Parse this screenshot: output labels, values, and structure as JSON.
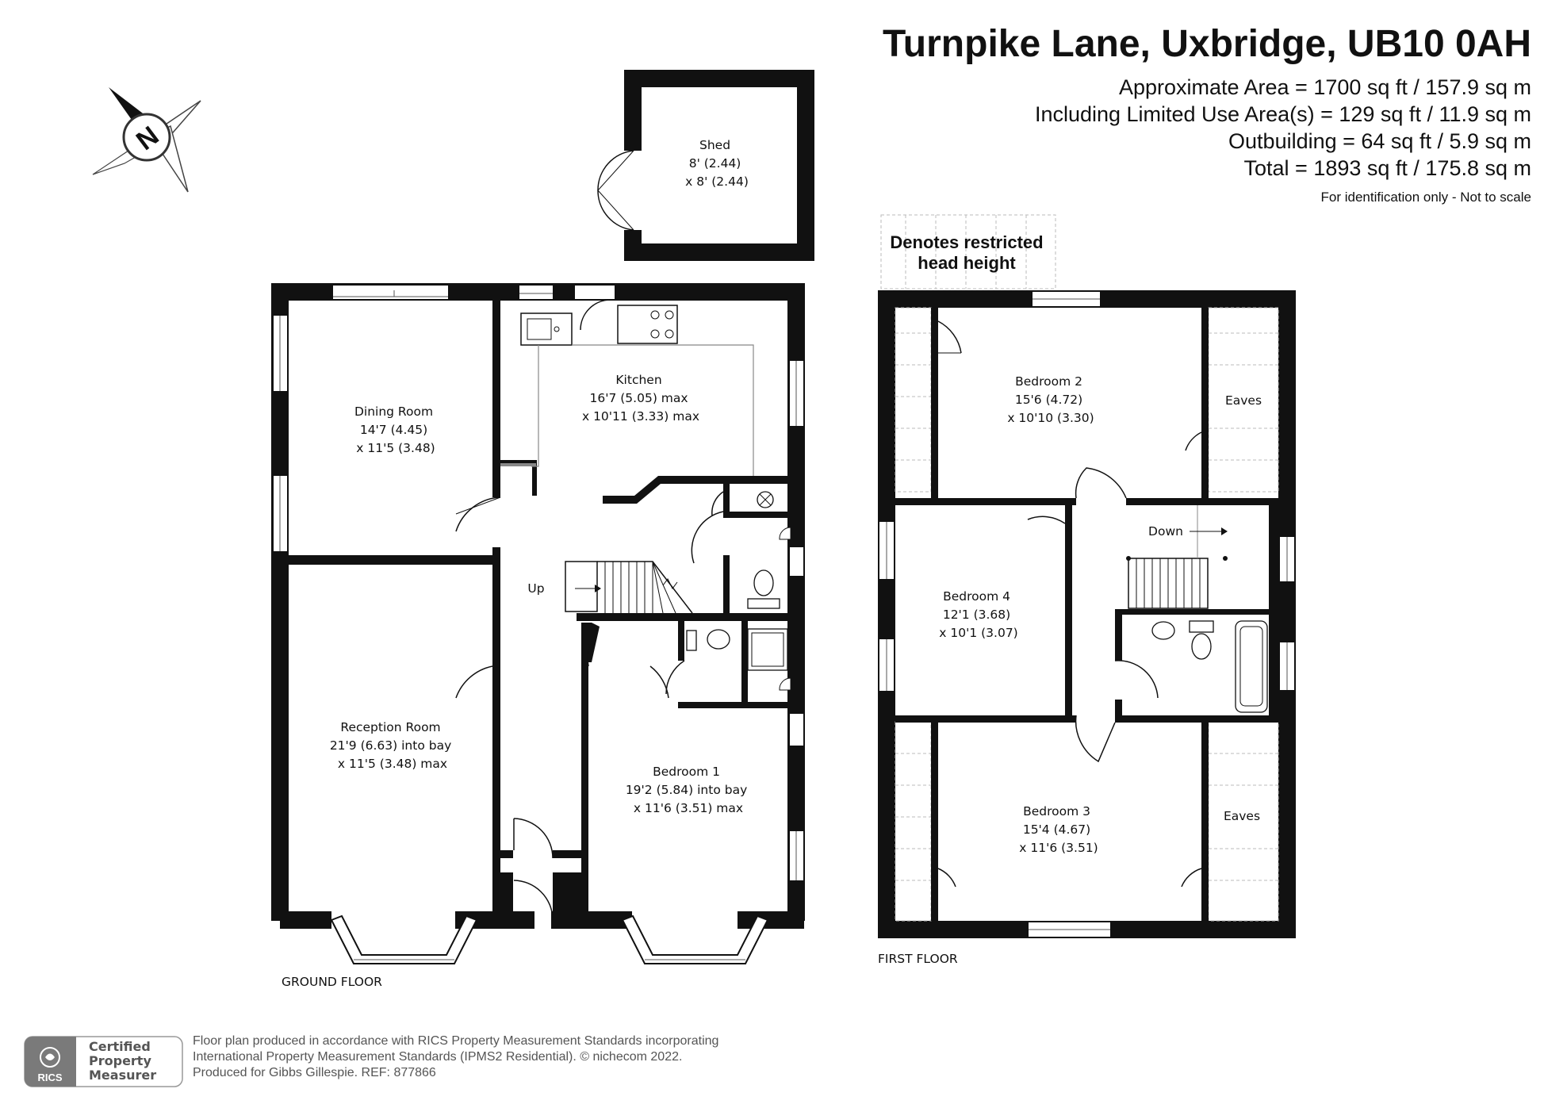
{
  "header": {
    "title": "Turnpike Lane, Uxbridge, UB10 0AH",
    "area_lines": [
      "Approximate Area = 1700 sq ft / 157.9 sq m",
      "Including Limited Use Area(s) = 129 sq ft / 11.9 sq m",
      "Outbuilding = 64 sq ft / 5.9 sq m",
      "Total = 1893 sq ft / 175.8 sq m"
    ],
    "disclaimer": "For identification only - Not to scale"
  },
  "compass": {
    "letter": "N"
  },
  "legend": {
    "line1": "Denotes restricted",
    "line2": "head height"
  },
  "floors": {
    "ground": "GROUND FLOOR",
    "first": "FIRST FLOOR"
  },
  "rooms": {
    "shed": [
      "Shed",
      "8' (2.44)",
      "x 8' (2.44)"
    ],
    "kitchen": [
      "Kitchen",
      "16'7 (5.05) max",
      "x 10'11 (3.33) max"
    ],
    "dining": [
      "Dining Room",
      "14'7 (4.45)",
      "x 11'5 (3.48)"
    ],
    "reception": [
      "Reception Room",
      "21'9 (6.63) into bay",
      "x 11'5 (3.48) max"
    ],
    "bedroom1": [
      "Bedroom 1",
      "19'2 (5.84) into bay",
      "x 11'6 (3.51) max"
    ],
    "bedroom2": [
      "Bedroom 2",
      "15'6 (4.72)",
      "x 10'10 (3.30)"
    ],
    "bedroom3": [
      "Bedroom 3",
      "15'4 (4.67)",
      "x 11'6 (3.51)"
    ],
    "bedroom4": [
      "Bedroom 4",
      "12'1 (3.68)",
      "x 10'1 (3.07)"
    ],
    "eaves_top": "Eaves",
    "eaves_bottom": "Eaves",
    "up": "Up",
    "down": "Down"
  },
  "badge": {
    "org": "RICS",
    "line1": "Certified",
    "line2": "Property",
    "line3": "Measurer"
  },
  "footer": [
    "Floor plan produced in accordance with RICS Property Measurement Standards incorporating",
    "International Property Measurement Standards (IPMS2 Residential).   © nichecom 2022.",
    "Produced for Gibbs Gillespie.   REF:  877866"
  ]
}
